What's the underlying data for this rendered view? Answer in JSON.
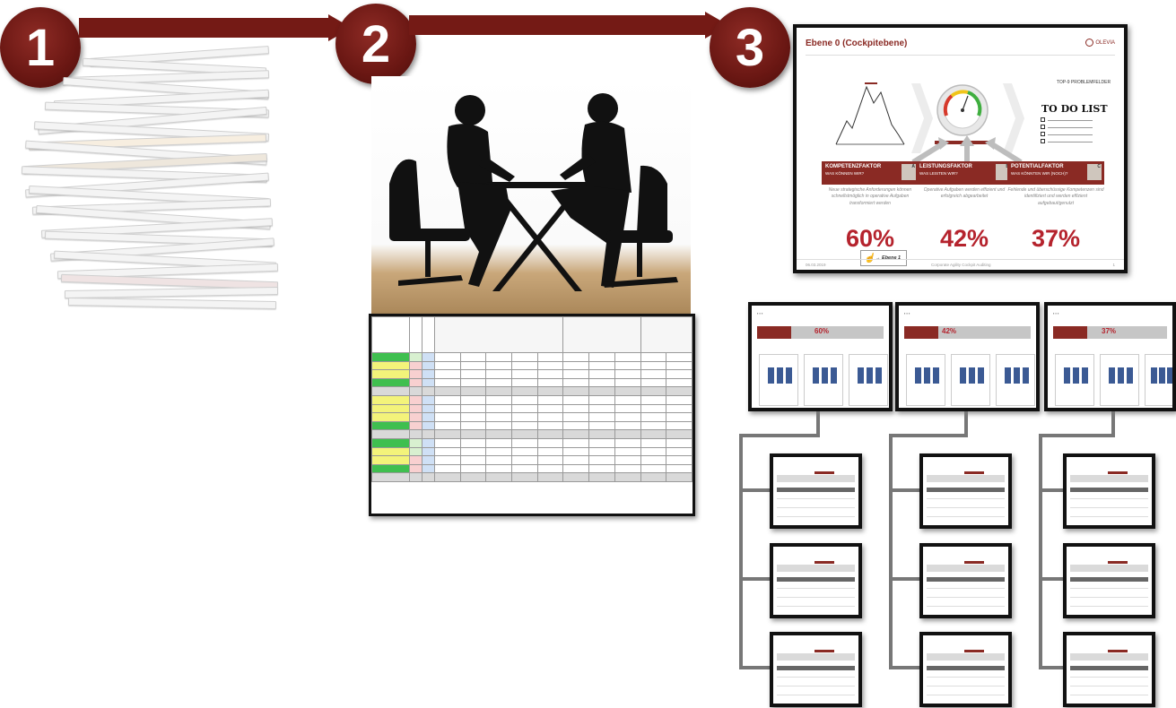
{
  "steps": [
    {
      "number": "1"
    },
    {
      "number": "2"
    },
    {
      "number": "3"
    }
  ],
  "dashboard": {
    "title": "Ebene 0 (Cockpitebene)",
    "logo_text": "OLEVIA",
    "top_right_heading": "TOP-9 PROBLEMFELDER",
    "todo_title": "TO DO LIST",
    "factors": [
      {
        "title": "KOMPETENZFAKTOR",
        "subtitle": "WAS KÖNNEN WIR?",
        "letter": "A",
        "description": "Neue strategische Anforderungen können schnellstmöglich in operative Aufgaben transformiert werden",
        "percent": "60%"
      },
      {
        "title": "LEISTUNGSFAKTOR",
        "subtitle": "WAS LEISTEN WIR?",
        "letter": "B",
        "description": "Operative Aufgaben werden effizient und erfolgreich abgearbeitet",
        "percent": "42%"
      },
      {
        "title": "POTENTIALFAKTOR",
        "subtitle": "WAS KÖNNTEN WIR (NOCH)?",
        "letter": "C",
        "description": "Fehlende und überschüssige Kompetenzen sind identifiziert und werden effizient aufgebaut/genutzt",
        "percent": "37%"
      }
    ],
    "ebene_link": "→ Ebene 1",
    "footer_date": "06.03.2019",
    "footer_center": "Corporate Agility Cockpit Auditing",
    "footer_page": "1"
  },
  "level1": [
    {
      "percent": "60%"
    },
    {
      "percent": "42%"
    },
    {
      "percent": "37%"
    }
  ]
}
